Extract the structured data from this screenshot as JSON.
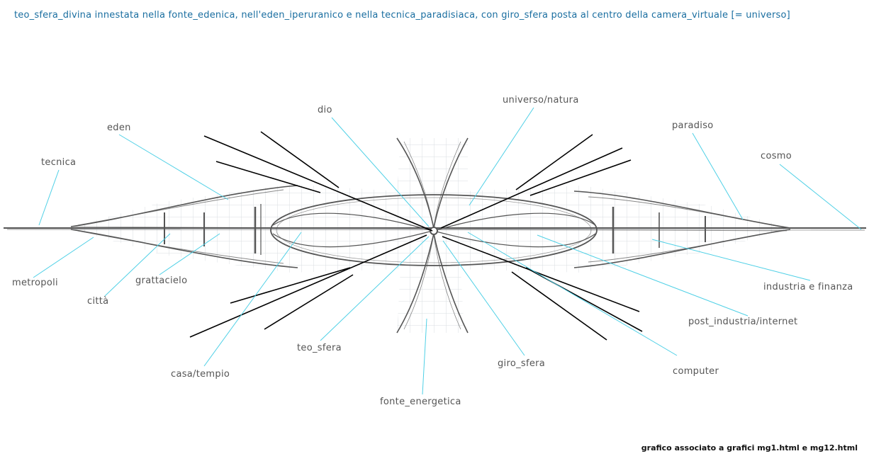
{
  "title": "teo_sfera_divina innestata nella fonte_edenica, nell'eden_iperuranico e nella tecnica_paradisiaca, con giro_sfera posta al centro della camera_virtuale [= universo]",
  "labels": {
    "dio": "dio",
    "universo_natura": "universo/natura",
    "eden": "eden",
    "paradiso": "paradiso",
    "tecnica": "tecnica",
    "cosmo": "cosmo",
    "metropoli": "metropoli",
    "citta": "città",
    "grattacielo": "grattacielo",
    "industria_finanza": "industria e finanza",
    "post_industria": "post_industria/internet",
    "teo_sfera": "teo_sfera",
    "giro_sfera": "giro_sfera",
    "casa_tempio": "casa/tempio",
    "computer": "computer",
    "fonte_energetica": "fonte_energetica"
  },
  "footnote": "grafico associato a grafici mg1.html e mg12.html",
  "colors": {
    "title": "#1a6ea0",
    "leader_line": "#4fd0e6",
    "label": "#555555",
    "sketch": "#555555",
    "ray": "#000000",
    "grid": "#d8dde2"
  }
}
